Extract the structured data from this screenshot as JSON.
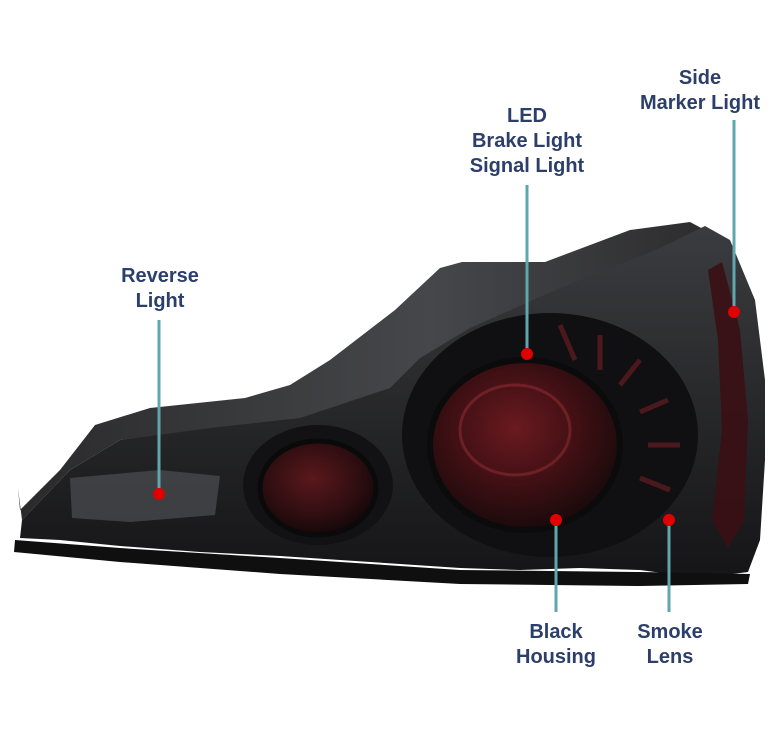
{
  "colors": {
    "label_text": "#2c3f6b",
    "leader_line": "#5fa6ad",
    "marker_dot": "#e00000",
    "housing": "#1f1f21",
    "lens_red": "#5a1418"
  },
  "callouts": [
    {
      "id": "led-brake-signal",
      "lines": [
        "LED",
        "Brake Light",
        "Signal Light"
      ]
    },
    {
      "id": "side-marker",
      "lines": [
        "Side",
        "Marker Light"
      ]
    },
    {
      "id": "reverse",
      "lines": [
        "Reverse",
        "Light"
      ]
    },
    {
      "id": "black-housing",
      "lines": [
        "Black",
        "Housing"
      ]
    },
    {
      "id": "smoke-lens",
      "lines": [
        "Smoke",
        "Lens"
      ]
    }
  ]
}
